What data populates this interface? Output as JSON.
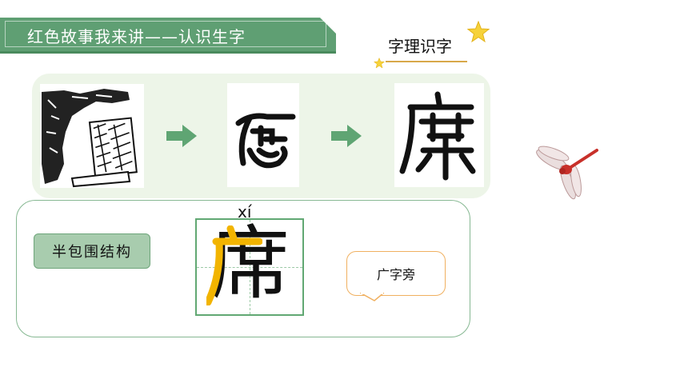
{
  "header": {
    "title": "红色故事我来讲——认识生字",
    "subtitle": "字理识字"
  },
  "evolution": {
    "stages": [
      {
        "name": "picture",
        "description": ""
      },
      {
        "name": "seal",
        "glyph": "𠩗"
      },
      {
        "name": "modern-seal",
        "glyph": "席"
      }
    ]
  },
  "character": {
    "pinyin": "xí",
    "char": "席",
    "structure": "半包围结构",
    "radical_label": "广字旁"
  },
  "colors": {
    "banner": "#5f9f73",
    "accent_green": "#61a873",
    "radical_highlight": "#f2b400",
    "bubble_border": "#f0b060"
  },
  "icons": [
    "star-icon",
    "arrow-right-icon",
    "dragonfly-icon"
  ]
}
